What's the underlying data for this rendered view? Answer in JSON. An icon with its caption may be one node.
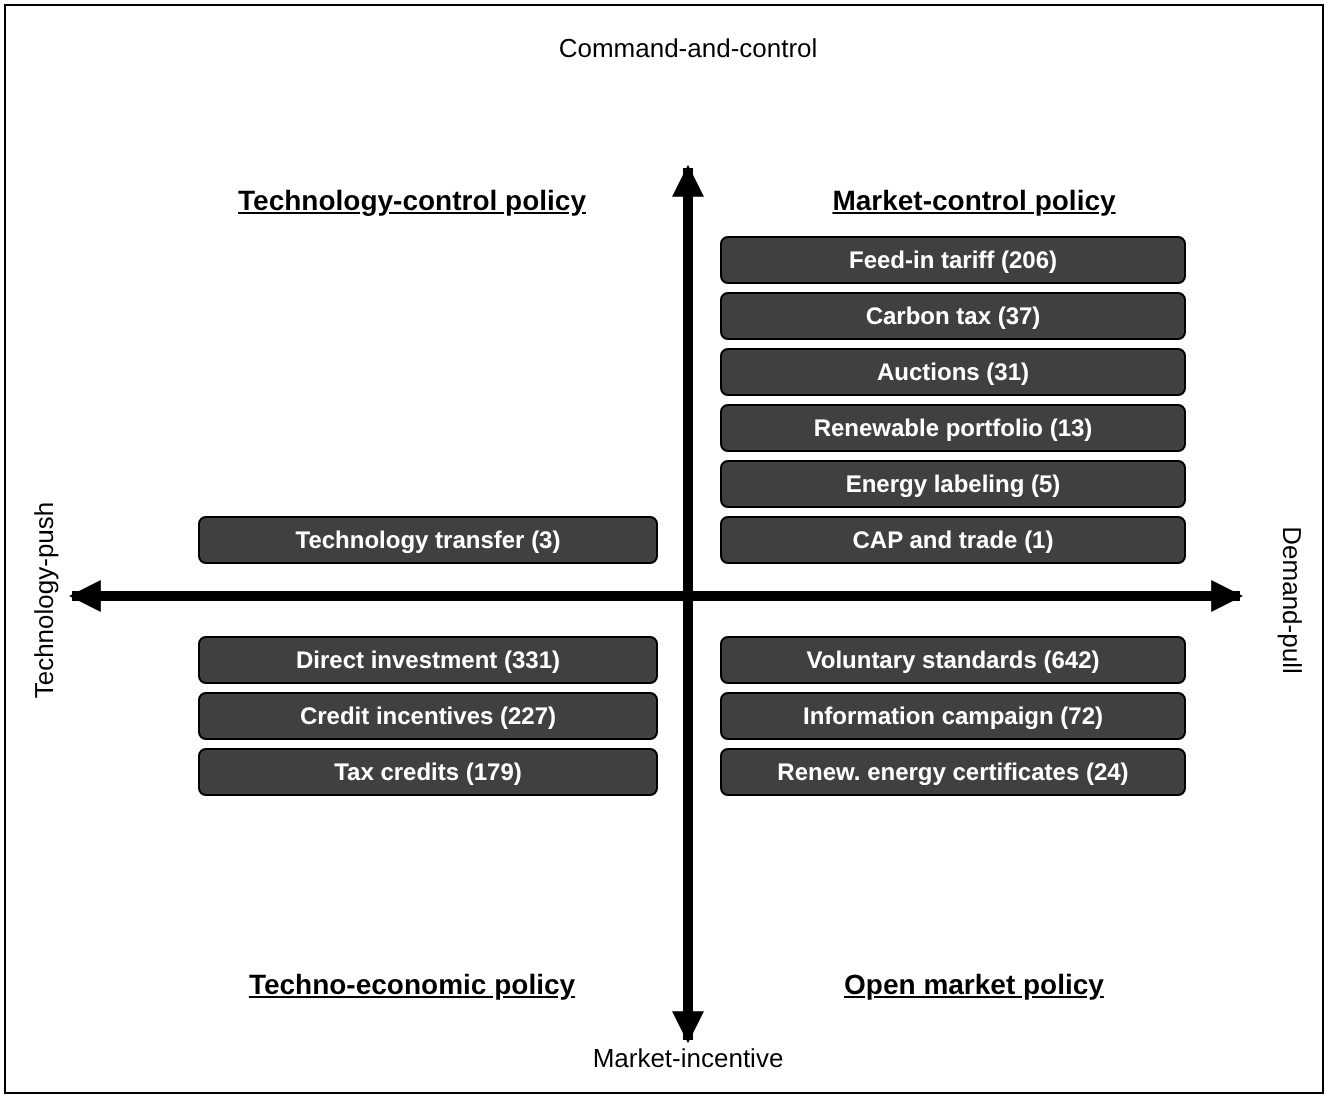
{
  "diagram": {
    "nodes": [
      {
        "text": [
          "Feed-in tariff (206)"
        ]
      },
      {
        "text": [
          "Carbon tax (37)"
        ]
      },
      {
        "text": [
          "Auctions (31)"
        ]
      },
      {
        "text": [
          "Renewable portfolio (13)"
        ]
      },
      {
        "text": [
          "Energy labeling (5)"
        ]
      },
      {
        "text": [
          "Technology transfer (3)"
        ]
      },
      {
        "text": [
          "CAP and trade (1)"
        ]
      },
      {
        "text": [
          "Direct investment (331)"
        ]
      },
      {
        "text": [
          "Voluntary standards (642)"
        ]
      },
      {
        "text": [
          "Credit incentives (227)"
        ]
      },
      {
        "text": [
          "Information campaign (72)"
        ]
      },
      {
        "text": [
          "Tax credits (179)"
        ]
      },
      {
        "text": [
          "Renew. energy certificates (24)"
        ]
      }
    ],
    "labels": [
      "Command-and-control",
      "Technology-control policy",
      "Market-control policy",
      "Technology-push",
      "Demand-pull",
      "Techno-economic policy",
      "Open market policy",
      "Market-incentive"
    ]
  }
}
